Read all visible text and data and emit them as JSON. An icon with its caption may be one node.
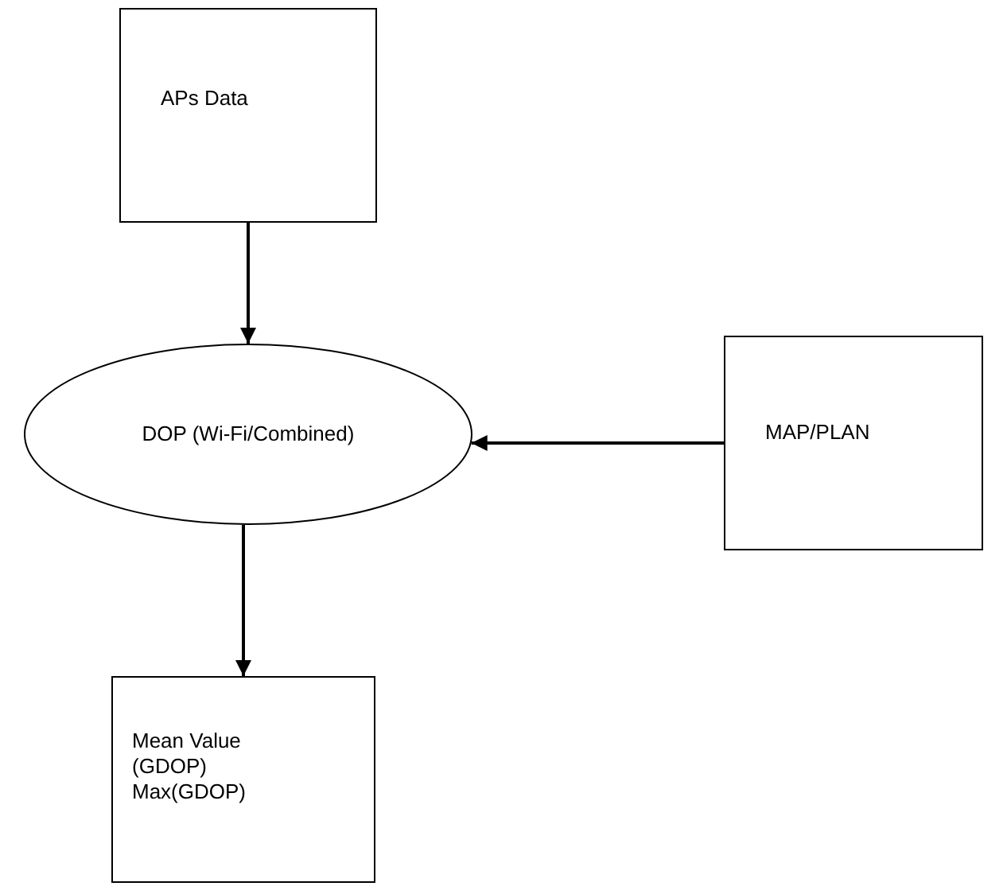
{
  "diagram": {
    "nodes": [
      {
        "text": [
          "APs Data"
        ]
      },
      {
        "text": [
          "DOP (Wi-Fi/Combined)"
        ]
      },
      {
        "text": [
          "MAP/PLAN"
        ]
      },
      {
        "text": [
          "Mean Value (GDOP) Max(GDOP)"
        ]
      }
    ],
    "edges": [
      {
        "from": 0,
        "to": 1,
        "arrow": "to"
      },
      {
        "from": 2,
        "to": 1,
        "arrow": "to"
      },
      {
        "from": 1,
        "to": 3,
        "arrow": "to"
      }
    ]
  }
}
